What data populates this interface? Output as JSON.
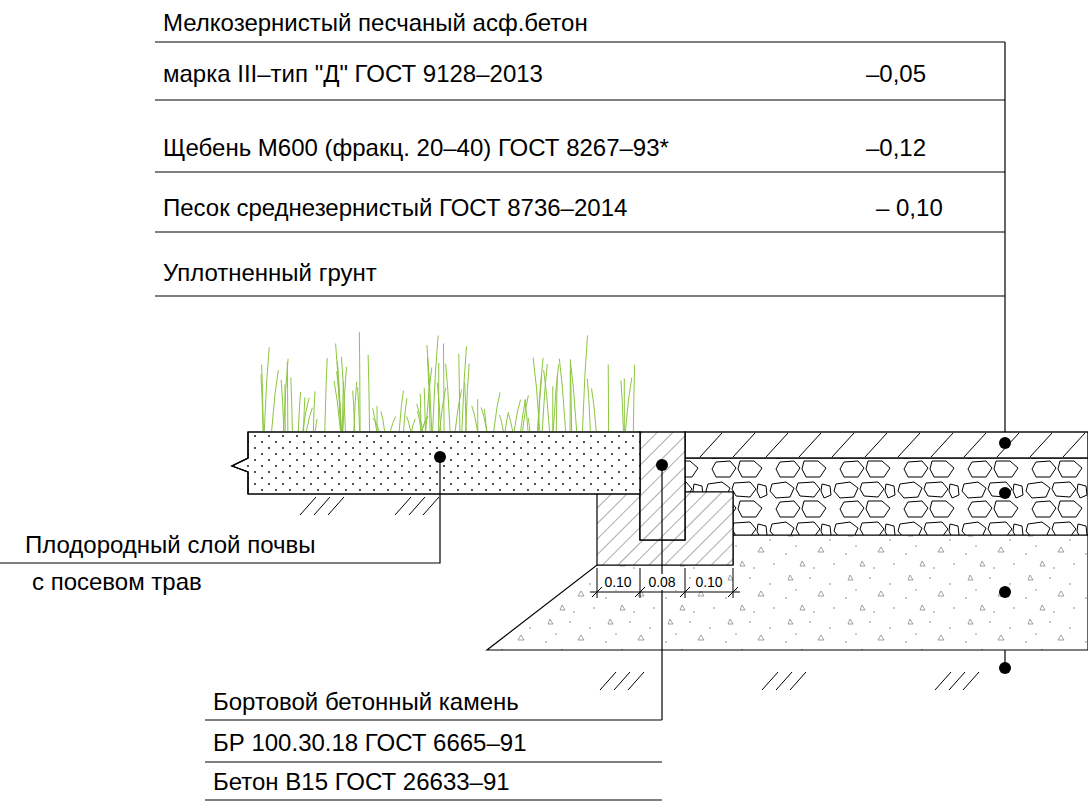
{
  "diagram": {
    "labels": [
      "Мелкозернистый песчаный асф.бетон",
      "марка III–тип \"Д\"  ГОСТ 9128–2013",
      "–0,05",
      "Щебень М600 (фракц. 20–40) ГОСТ 8267–93*",
      "–0,12",
      "Песок среднезернистый  ГОСТ 8736–2014",
      "– 0,10",
      "Уплотненный грунт",
      "Плодородный слой почвы",
      "с посевом трав",
      "0.10",
      "0.08",
      "0.10",
      "Бортовой бетонный камень",
      "БР 100.30.18  ГОСТ 6665–91",
      "Бетон В15 ГОСТ 26633–91"
    ]
  }
}
